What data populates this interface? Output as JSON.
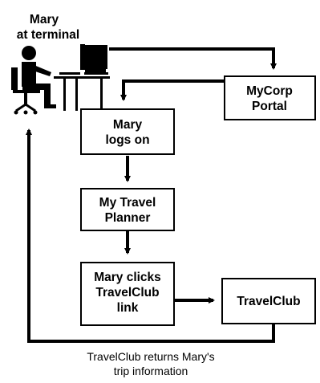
{
  "person_label": [
    "Mary",
    "at terminal"
  ],
  "nodes": {
    "mycorp_portal": [
      "MyCorp",
      "Portal"
    ],
    "mary_logs_on": [
      "Mary",
      "logs on"
    ],
    "my_travel_planner": [
      "My Travel",
      "Planner"
    ],
    "mary_clicks": [
      "Mary clicks",
      "TravelClub",
      "link"
    ],
    "travelclub": [
      "TravelClub"
    ]
  },
  "caption": [
    "TravelClub returns Mary's",
    "trip information"
  ],
  "icons": [
    "person-at-terminal-icon"
  ]
}
